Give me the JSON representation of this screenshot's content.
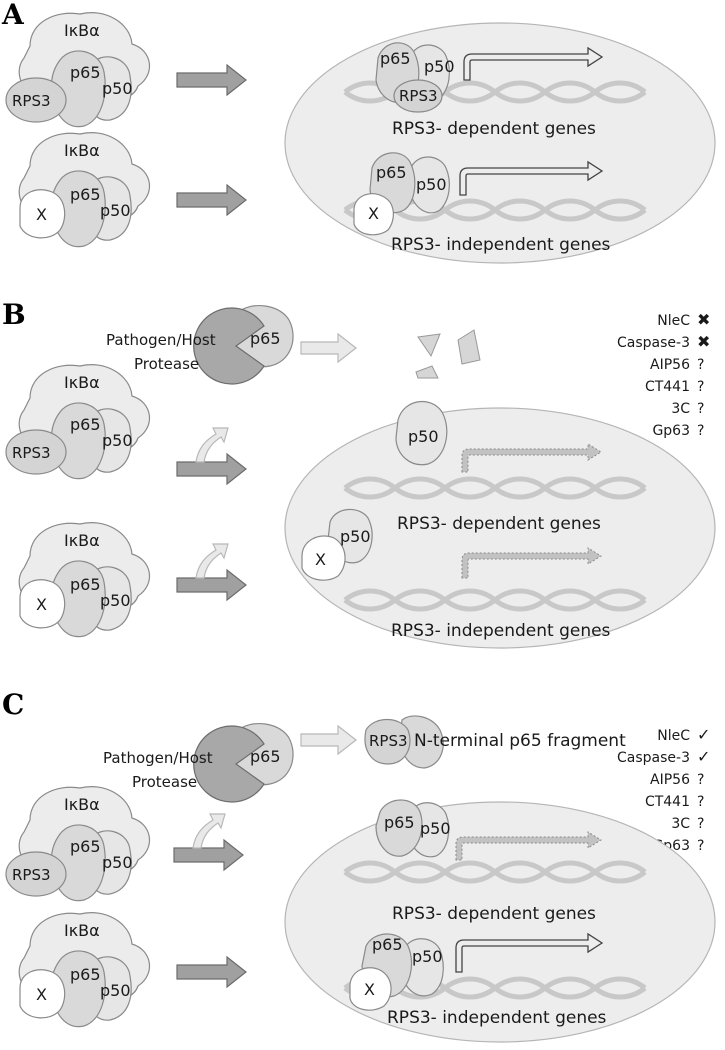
{
  "labels": {
    "ikba": "IκBα",
    "p65": "p65",
    "p50": "p50",
    "rps3": "RPS3",
    "x": "X",
    "ellipsis": "...",
    "rps3_dependent": "RPS3- dependent genes",
    "rps3_independent": "RPS3- independent genes",
    "protease_line1": "Pathogen/Host",
    "protease_line2": "Protease",
    "n_terminal_fragment": "N-terminal p65 fragment"
  },
  "panels": [
    {
      "letter": "A"
    },
    {
      "letter": "B",
      "proteases": [
        {
          "name": "NleC",
          "mark": "✖"
        },
        {
          "name": "Caspase-3",
          "mark": "✖"
        },
        {
          "name": "AIP56",
          "mark": "?"
        },
        {
          "name": "CT441",
          "mark": "?"
        },
        {
          "name": "3C",
          "mark": "?"
        },
        {
          "name": "Gp63",
          "mark": "?"
        }
      ]
    },
    {
      "letter": "C",
      "proteases": [
        {
          "name": "NleC",
          "mark": "✓"
        },
        {
          "name": "Caspase-3",
          "mark": "✓"
        },
        {
          "name": "AIP56",
          "mark": "?"
        },
        {
          "name": "CT441",
          "mark": "?"
        },
        {
          "name": "3C",
          "mark": "?"
        },
        {
          "name": "Gp63",
          "mark": "?"
        }
      ]
    }
  ],
  "colors": {
    "nucleus": "#ededed",
    "protease": "#a8a8a8",
    "arrow": "#a0a0a0"
  }
}
